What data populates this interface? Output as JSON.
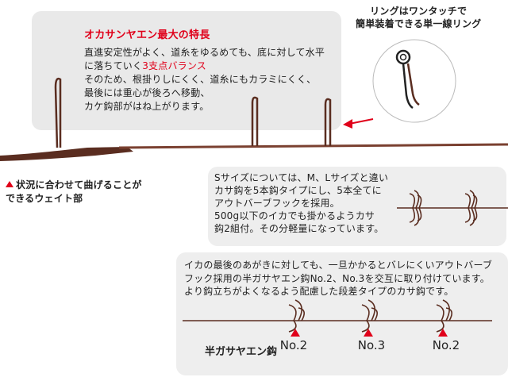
{
  "main": {
    "title": "オカサンヤエン最大の特長",
    "lines": [
      "直進安定性がよく、道糸をゆるめても、底に対して水平",
      "に落ちていく",
      "3支点バランス",
      "そのため、根掛りしにくく、道糸にもカラミにくく、",
      "最後には重心が後ろへ移動、",
      "カケ鈎部がはね上がります。"
    ]
  },
  "ring": {
    "line1": "リングはワンタッチで",
    "line2": "簡単装着できる単一線リング"
  },
  "weight": {
    "line1": "状況に合わせて曲げることが",
    "line2": "できるウェイト部"
  },
  "s_size": {
    "lines": [
      "Sサイズについては、M、Lサイズと違い",
      "カサ鈎を5本鈎タイプにし、5本全てに",
      "アウトバーブフックを採用。",
      "500g以下のイカでも掛かるようカサ",
      "鈎2組付。その分軽量になっています。"
    ]
  },
  "bottom": {
    "lines": [
      "イカの最後のあがきに対しても、一旦かかるとバレにくいアウトバーブ",
      "フック採用の半ガサヤエン鈎No.2、No.3を交互に取り付けています。",
      "より鈎立ちがよくなるよう配慮した段差タイプのカサ鈎です。"
    ],
    "kind_label": "半ガサヤエン鈎",
    "numbers": [
      "No.2",
      "No.3",
      "No.2"
    ]
  },
  "colors": {
    "accent": "#e0001a",
    "panel": "#e9e9e9",
    "rod": "#6a3a2a"
  }
}
